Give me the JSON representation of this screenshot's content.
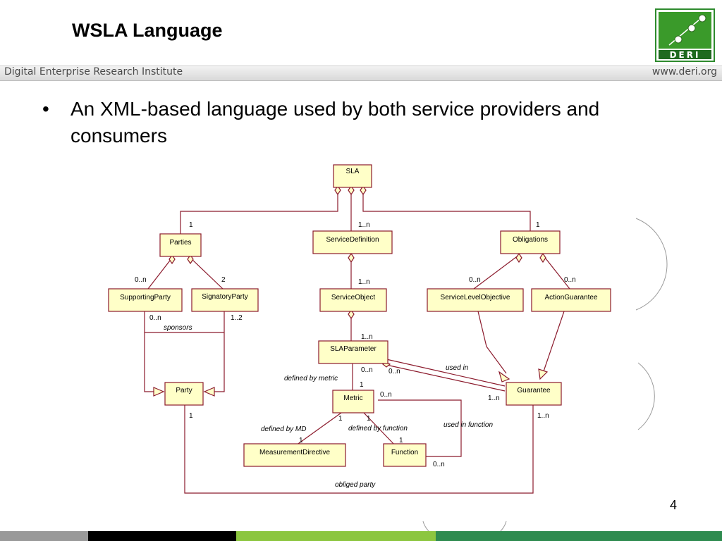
{
  "slide": {
    "title": "WSLA Language",
    "header_left": "Digital Enterprise Research Institute",
    "header_right": "www.deri.org",
    "logo_text": "DERI",
    "bullets": [
      "An XML-based language used by both service providers and consumers"
    ],
    "page_number": "4"
  },
  "colors": {
    "line": "#8b1a2c",
    "box_fill": "#ffffc8",
    "logo_green": "#2e8b2e",
    "footer": [
      "#999999",
      "#000000",
      "#8cc63f",
      "#2e8b4f"
    ]
  },
  "diagram": {
    "classes": {
      "sla": "SLA",
      "parties": "Parties",
      "service_definition": "ServiceDefinition",
      "obligations": "Obligations",
      "supporting_party": "SupportingParty",
      "signatory_party": "SignatoryParty",
      "service_object": "ServiceObject",
      "service_level_objective": "ServiceLevelObjective",
      "action_guarantee": "ActionGuarantee",
      "sla_parameter": "SLAParameter",
      "party": "Party",
      "guarantee": "Guarantee",
      "metric": "Metric",
      "measurement_directive": "MeasurementDirective",
      "function": "Function"
    },
    "multiplicities": {
      "sla_parties": "1",
      "sla_servicedef": "1..n",
      "sla_obligations": "1",
      "parties_supporting": "0..n",
      "parties_signatory": "2",
      "servicedef_serviceobject": "1..n",
      "obligations_slo": "0..n",
      "obligations_ag": "0..n",
      "supporting_party": "0..n",
      "signatory_party": "1..2",
      "serviceobject_slaparam": "1..n",
      "slaparam_metric": "0..n",
      "slaparam_guarantee": "0..n",
      "metric_slaparam": "1",
      "metric_self": "0..n",
      "guarantee_slaparam": "1..n",
      "party_obliged": "1",
      "guarantee_obliged": "1..n",
      "metric_md": "1",
      "md_metric": "1",
      "metric_function": "1",
      "function_metric": "1",
      "function_usedin": "0..n"
    },
    "relations": {
      "sponsors": "sponsors",
      "used_in": "used in",
      "defined_by_metric": "defined by metric",
      "defined_by_md": "defined by MD",
      "defined_by_function": "defined by function",
      "used_in_function": "used in function",
      "obliged_party": "obliged party"
    }
  }
}
